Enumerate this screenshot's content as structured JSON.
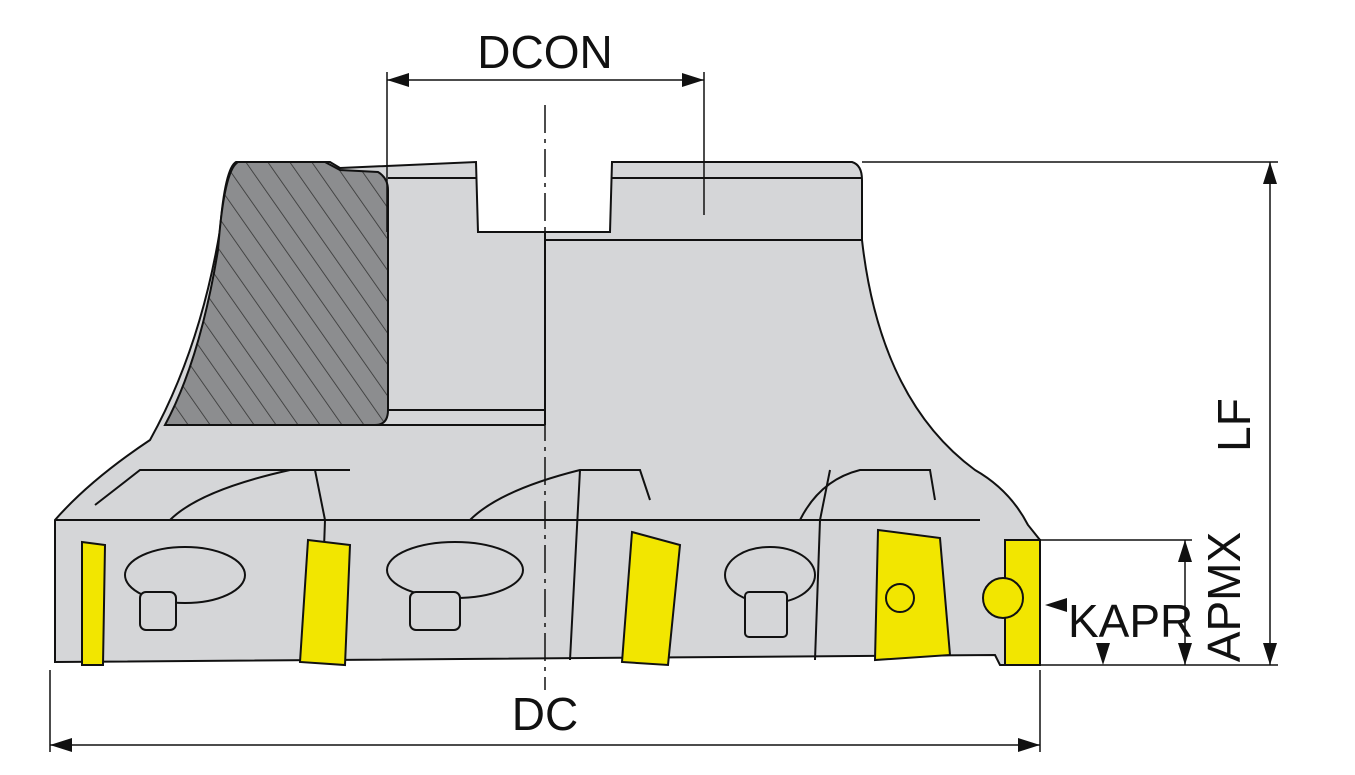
{
  "title": "Face milling cutter dimension drawing",
  "dimensions": {
    "dcon": "DCON",
    "dc": "DC",
    "lf": "LF",
    "apmx": "APMX",
    "kapr": "KAPR"
  },
  "colors": {
    "body": "#d5d6d8",
    "hatch_section": "#8c8d8f",
    "insert": "#f2e600",
    "line": "#111111"
  }
}
